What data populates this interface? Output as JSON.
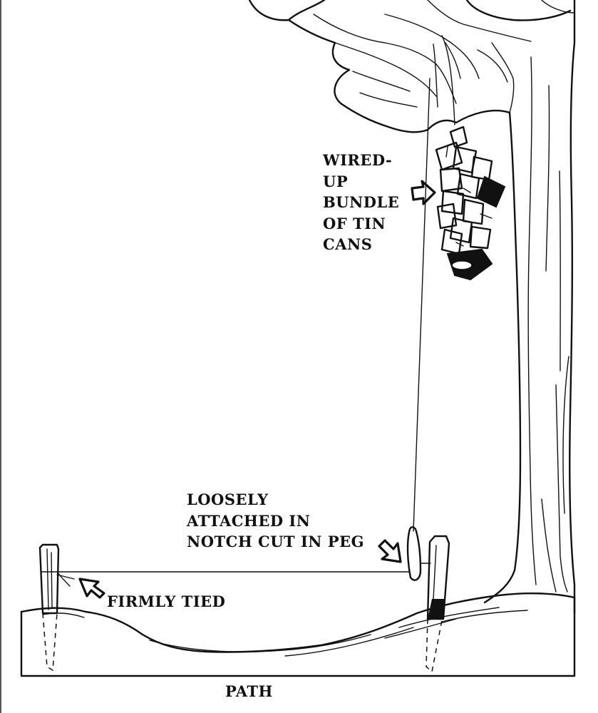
{
  "labels": {
    "tin_cans": [
      "WIRED-",
      "UP",
      "BUNDLE",
      "OF TIN",
      "CANS"
    ],
    "notch": [
      "LOOSELY",
      "ATTACHED IN",
      "NOTCH CUT IN PEG"
    ],
    "firmly_tied": "FIRMLY TIED",
    "path": "PATH"
  },
  "colors": {
    "ink": "#111111",
    "paper": "#ffffff"
  },
  "icons": [
    "outline-arrow-icon"
  ]
}
